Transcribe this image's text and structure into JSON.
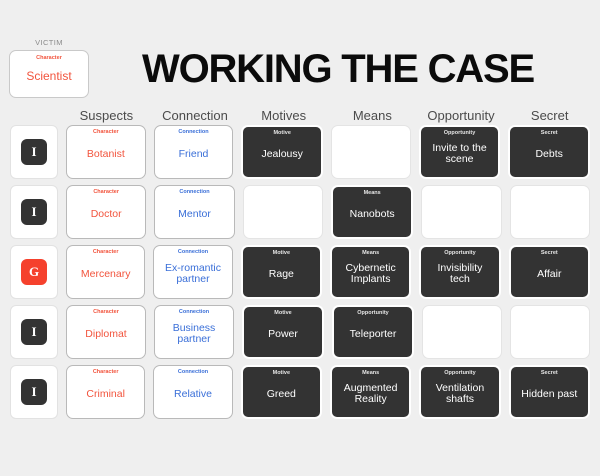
{
  "title": "WORKING THE CASE",
  "victim": {
    "label": "VICTIM",
    "kicker": "Character",
    "value": "Scientist"
  },
  "colors": {
    "background": "#efefef",
    "character_red": "#f2543d",
    "connection_blue": "#3a6fd8",
    "dark_card": "#333333",
    "guilty_badge": "#f5412d",
    "innocent_badge": "#333333",
    "title": "#0b0b0b"
  },
  "columns": [
    {
      "label": "Suspects"
    },
    {
      "label": "Connection"
    },
    {
      "label": "Motives"
    },
    {
      "label": "Means"
    },
    {
      "label": "Opportunity"
    },
    {
      "label": "Secret"
    }
  ],
  "rows": [
    {
      "status": "I",
      "status_kind": "innocent",
      "cells": [
        {
          "type": "character",
          "kicker": "Character",
          "value": "Botanist"
        },
        {
          "type": "connection",
          "kicker": "Connection",
          "value": "Friend"
        },
        {
          "type": "dark",
          "kicker": "Motive",
          "value": "Jealousy"
        },
        {
          "type": "empty",
          "kicker": "",
          "value": ""
        },
        {
          "type": "dark",
          "kicker": "Opportunity",
          "value": "Invite to the scene"
        },
        {
          "type": "dark",
          "kicker": "Secret",
          "value": "Debts"
        }
      ]
    },
    {
      "status": "I",
      "status_kind": "innocent",
      "cells": [
        {
          "type": "character",
          "kicker": "Character",
          "value": "Doctor"
        },
        {
          "type": "connection",
          "kicker": "Connection",
          "value": "Mentor"
        },
        {
          "type": "empty",
          "kicker": "",
          "value": ""
        },
        {
          "type": "dark",
          "kicker": "Means",
          "value": "Nanobots"
        },
        {
          "type": "empty",
          "kicker": "",
          "value": ""
        },
        {
          "type": "empty",
          "kicker": "",
          "value": ""
        }
      ]
    },
    {
      "status": "G",
      "status_kind": "guilty",
      "cells": [
        {
          "type": "character",
          "kicker": "Character",
          "value": "Mercenary"
        },
        {
          "type": "connection",
          "kicker": "Connection",
          "value": "Ex-romantic partner"
        },
        {
          "type": "dark",
          "kicker": "Motive",
          "value": "Rage"
        },
        {
          "type": "dark",
          "kicker": "Means",
          "value": "Cybernetic Implants"
        },
        {
          "type": "dark",
          "kicker": "Opportunity",
          "value": "Invisibility tech"
        },
        {
          "type": "dark",
          "kicker": "Secret",
          "value": "Affair"
        }
      ]
    },
    {
      "status": "I",
      "status_kind": "innocent",
      "cells": [
        {
          "type": "character",
          "kicker": "Character",
          "value": "Diplomat"
        },
        {
          "type": "connection",
          "kicker": "Connection",
          "value": "Business partner"
        },
        {
          "type": "dark",
          "kicker": "Motive",
          "value": "Power"
        },
        {
          "type": "dark",
          "kicker": "Opportunity",
          "value": "Teleporter"
        },
        {
          "type": "empty",
          "kicker": "",
          "value": ""
        },
        {
          "type": "empty",
          "kicker": "",
          "value": ""
        }
      ]
    },
    {
      "status": "I",
      "status_kind": "innocent",
      "cells": [
        {
          "type": "character",
          "kicker": "Character",
          "value": "Criminal"
        },
        {
          "type": "connection",
          "kicker": "Connection",
          "value": "Relative"
        },
        {
          "type": "dark",
          "kicker": "Motive",
          "value": "Greed"
        },
        {
          "type": "dark",
          "kicker": "Means",
          "value": "Augmented Reality"
        },
        {
          "type": "dark",
          "kicker": "Opportunity",
          "value": "Ventilation shafts"
        },
        {
          "type": "dark",
          "kicker": "Secret",
          "value": "Hidden past"
        }
      ]
    }
  ]
}
